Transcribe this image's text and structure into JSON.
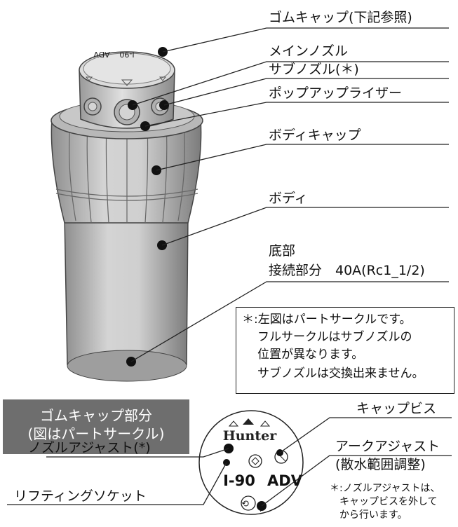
{
  "callouts": {
    "rubber_cap": "ゴムキャップ(下記参照)",
    "main_nozzle": "メインノズル",
    "sub_nozzle": "サブノズル(＊)",
    "popup_riser": "ポップアップライザー",
    "body_cap": "ボディキャップ",
    "body": "ボディ",
    "bottom": "底部",
    "connection": "接続部分　40A(Rc1_1/2)"
  },
  "note": {
    "line1": "＊:左図はパートサークルです。",
    "line2": "フルサークルはサブノズルの",
    "line3": "位置が異なります。",
    "line4": "サブノズルは交換出来ません。"
  },
  "cap_section": {
    "title1": "ゴムキャップ部分",
    "title2": "(図はパートサークル)",
    "cap_screw": "キャップビス",
    "arc_adjust": "アークアジャスト",
    "arc_adjust_sub": "(散水範囲調整)",
    "nozzle_adjust": "ノズルアジャスト(*)",
    "lifting_socket": "リフティングソケット",
    "note1": "＊:ノズルアジャストは、",
    "note2": "キャップビスを外して",
    "note3": "から行います。"
  },
  "product": {
    "brand": "Hunter",
    "model": "I-90",
    "suffix": "ADV"
  },
  "colors": {
    "line": "#222222",
    "header_bg": "#6e6e6e",
    "body_fill": "#c9c9c9",
    "cap_fill": "#d6d6d6"
  }
}
